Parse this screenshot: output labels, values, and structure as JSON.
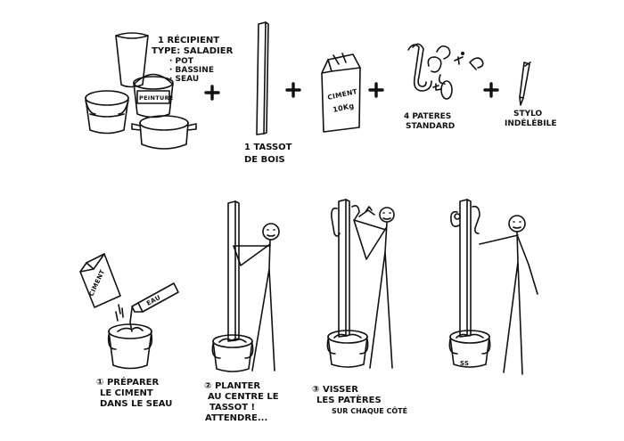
{
  "materials": {
    "container": {
      "title": "1 RÉCIPIENT",
      "type_line": "TYPE: SALADIER",
      "options": [
        "· POT",
        "· BASSINE",
        "· SEAU"
      ],
      "paint_label": "PEINTURE"
    },
    "stick": {
      "line1": "1 TASSOT",
      "line2": "DE BOIS"
    },
    "cement": {
      "word": "CIMENT",
      "weight": "10Kg"
    },
    "hooks": {
      "line1": "4 PATERES",
      "line2": "STANDARD"
    },
    "pen": {
      "line1": "STYLO",
      "line2": "INDÉLÉBILE"
    },
    "plus": "+"
  },
  "steps": [
    {
      "line1": "① PRÉPARER",
      "line2": "LE CIMENT",
      "line3": "DANS LE SEAU",
      "bag_text": "CIMENT",
      "bottle_text": "EAU"
    },
    {
      "line1": "② PLANTER",
      "line2": "AU CENTRE LE",
      "line3": "TASSOT !",
      "line4": "ATTENDRE..."
    },
    {
      "line1": "③ VISSER",
      "line2": "LES PATÈRES",
      "line3": "SUR CHAQUE CÔTÉ"
    },
    {
      "bucket_text": "SS"
    }
  ]
}
